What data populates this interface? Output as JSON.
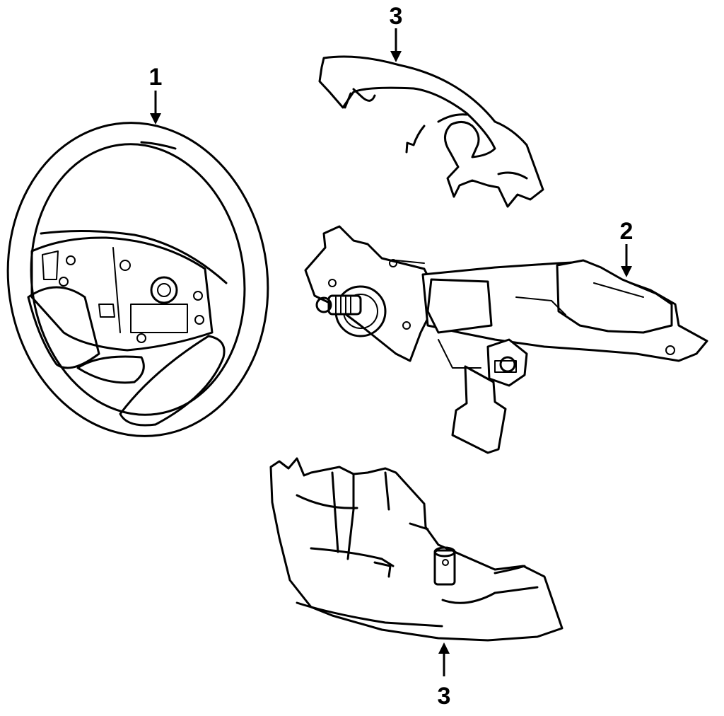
{
  "callouts": {
    "steering_wheel": "1",
    "steering_column": "2",
    "upper_shroud": "3",
    "lower_shroud": "3"
  },
  "colors": {
    "line": "#000000",
    "background": "#ffffff"
  }
}
